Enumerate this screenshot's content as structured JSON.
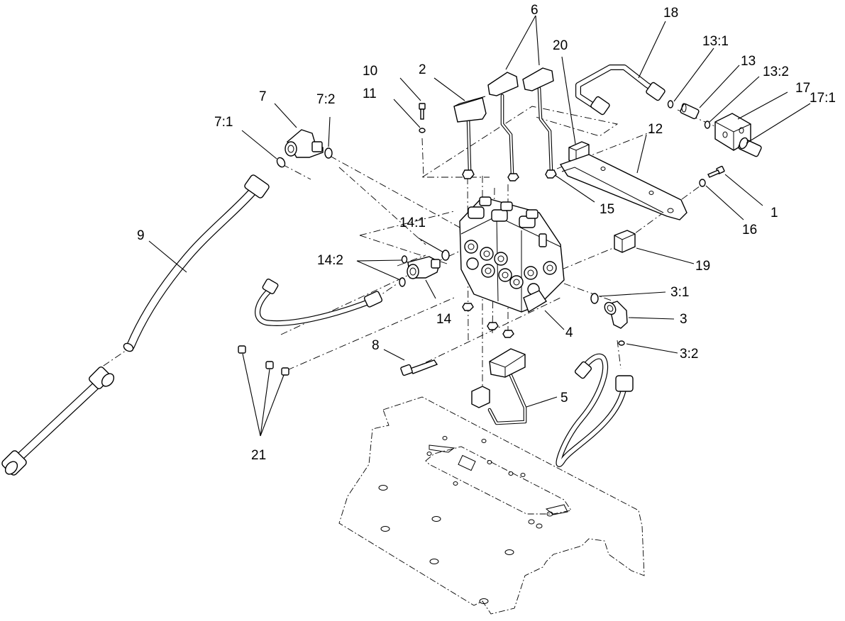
{
  "diagram": {
    "callouts": {
      "c1": "1",
      "c2": "2",
      "c3": "3",
      "c3_1": "3:1",
      "c3_2": "3:2",
      "c4": "4",
      "c5": "5",
      "c6": "6",
      "c7": "7",
      "c7_1": "7:1",
      "c7_2": "7:2",
      "c8": "8",
      "c9": "9",
      "c10": "10",
      "c11": "11",
      "c12": "12",
      "c13": "13",
      "c13_1": "13:1",
      "c13_2": "13:2",
      "c14": "14",
      "c14_1": "14:1",
      "c14_2": "14:2",
      "c15": "15",
      "c16": "16",
      "c17": "17",
      "c17_1": "17:1",
      "c18": "18",
      "c19": "19",
      "c20": "20",
      "c21": "21"
    }
  }
}
